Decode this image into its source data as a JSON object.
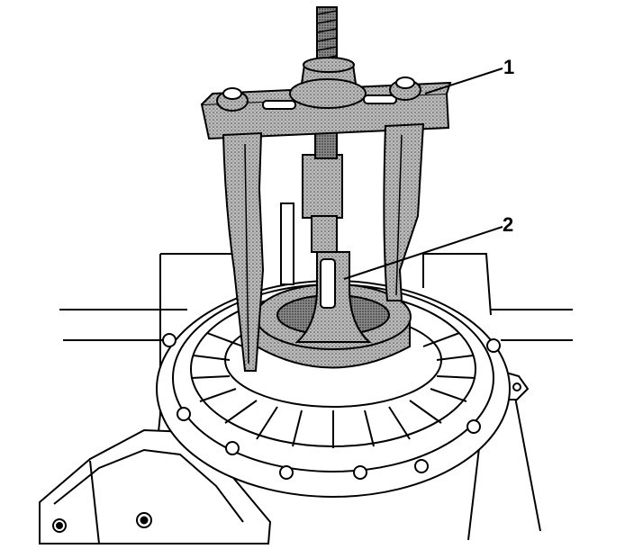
{
  "callouts": [
    {
      "id": "1",
      "label": "1"
    },
    {
      "id": "2",
      "label": "2"
    }
  ],
  "colors": {
    "ink": "#000000",
    "paper": "#ffffff",
    "stipple": "#a9a9a9"
  }
}
